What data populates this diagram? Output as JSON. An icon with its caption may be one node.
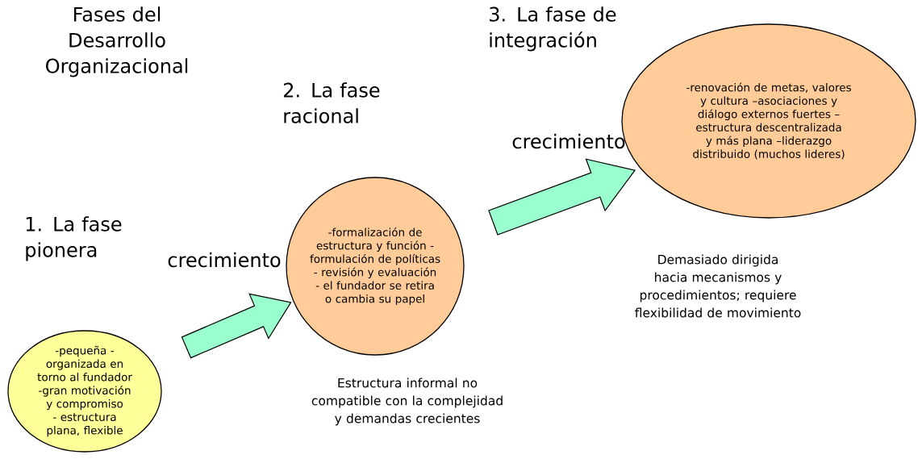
{
  "diagram": {
    "title": "Fases del Desarrollo Organizacional",
    "nodes": [
      {
        "text": [
          "1. La fase pionera",
          "-pequeña - organizada en torno al fundador -gran motivación y compromiso - estructura plana, flexible"
        ]
      },
      {
        "text": [
          "2. La fase racional",
          "-formalización de estructura y función - formulación de políticas - revisión y evaluación - el fundador se retira o cambia su papel"
        ]
      },
      {
        "text": [
          "3. La fase de integración",
          "-renovación de metas, valores y cultura –asociaciones y diálogo externos fuertes –estructura descentralizada y más plana –liderazgo distribuido (muchos lideres)"
        ]
      }
    ],
    "edges": [
      {
        "from": 0,
        "to": 1,
        "arrow": "to",
        "label": "crecimiento"
      },
      {
        "from": 1,
        "to": 2,
        "arrow": "to",
        "label": "crecimiento"
      }
    ],
    "labels": [
      "Estructura informal no compatible con la complejidad y demandas crecientes",
      "Demasiado dirigida hacia mecanismos y procedimientos; requiere flexibilidad de movimiento"
    ]
  }
}
